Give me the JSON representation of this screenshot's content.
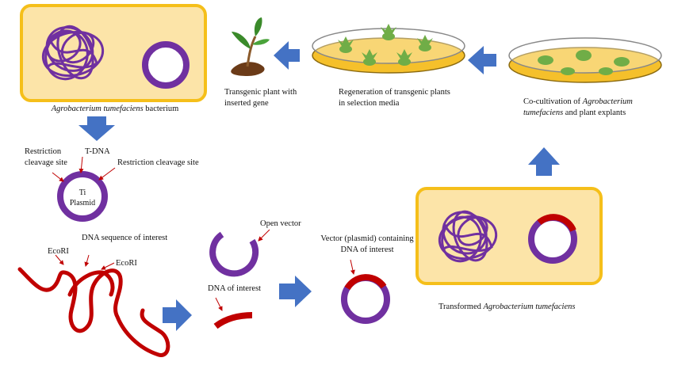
{
  "labels": {
    "bacterium_italic": "Agrobacterium tumefaciens",
    "bacterium_suffix": " bacterium",
    "transgenic_plant_line1": "Transgenic plant with",
    "transgenic_plant_line2": "inserted gene",
    "regeneration_line1": "Regeneration of transgenic plants",
    "regeneration_line2": "in selection media",
    "cocultivation_prefix": "Co-cultivation of ",
    "cocultivation_italic1": "Agrobacterium",
    "cocultivation_italic2": "tumefaciens",
    "cocultivation_suffix": " and plant explants",
    "restriction_left_line1": "Restriction",
    "restriction_left_line2": "cleavage site",
    "tdna": "T-DNA",
    "restriction_right": "Restriction cleavage site",
    "ti_line1": "Ti",
    "ti_line2": "Plasmid",
    "dna_sequence": "DNA  sequence  of  interest",
    "ecori_left": "EcoRI",
    "ecori_right": "EcoRI",
    "open_vector": "Open vector",
    "dna_of_interest": "DNA  of  interest",
    "vector_line1": "Vector (plasmid) containing",
    "vector_line2": "DNA  of  interest",
    "transformed_prefix": "Transformed ",
    "transformed_italic": "Agrobacterium tumefaciens"
  },
  "colors": {
    "cell_fill": "#fce4a8",
    "cell_border": "#f5bf1a",
    "plasmid": "#7030a0",
    "dna": "#c00000",
    "arrow": "#4472c4",
    "dish_fill": "#f5c02b",
    "explant": "#70ad47",
    "arrowhead": "#c00000"
  }
}
